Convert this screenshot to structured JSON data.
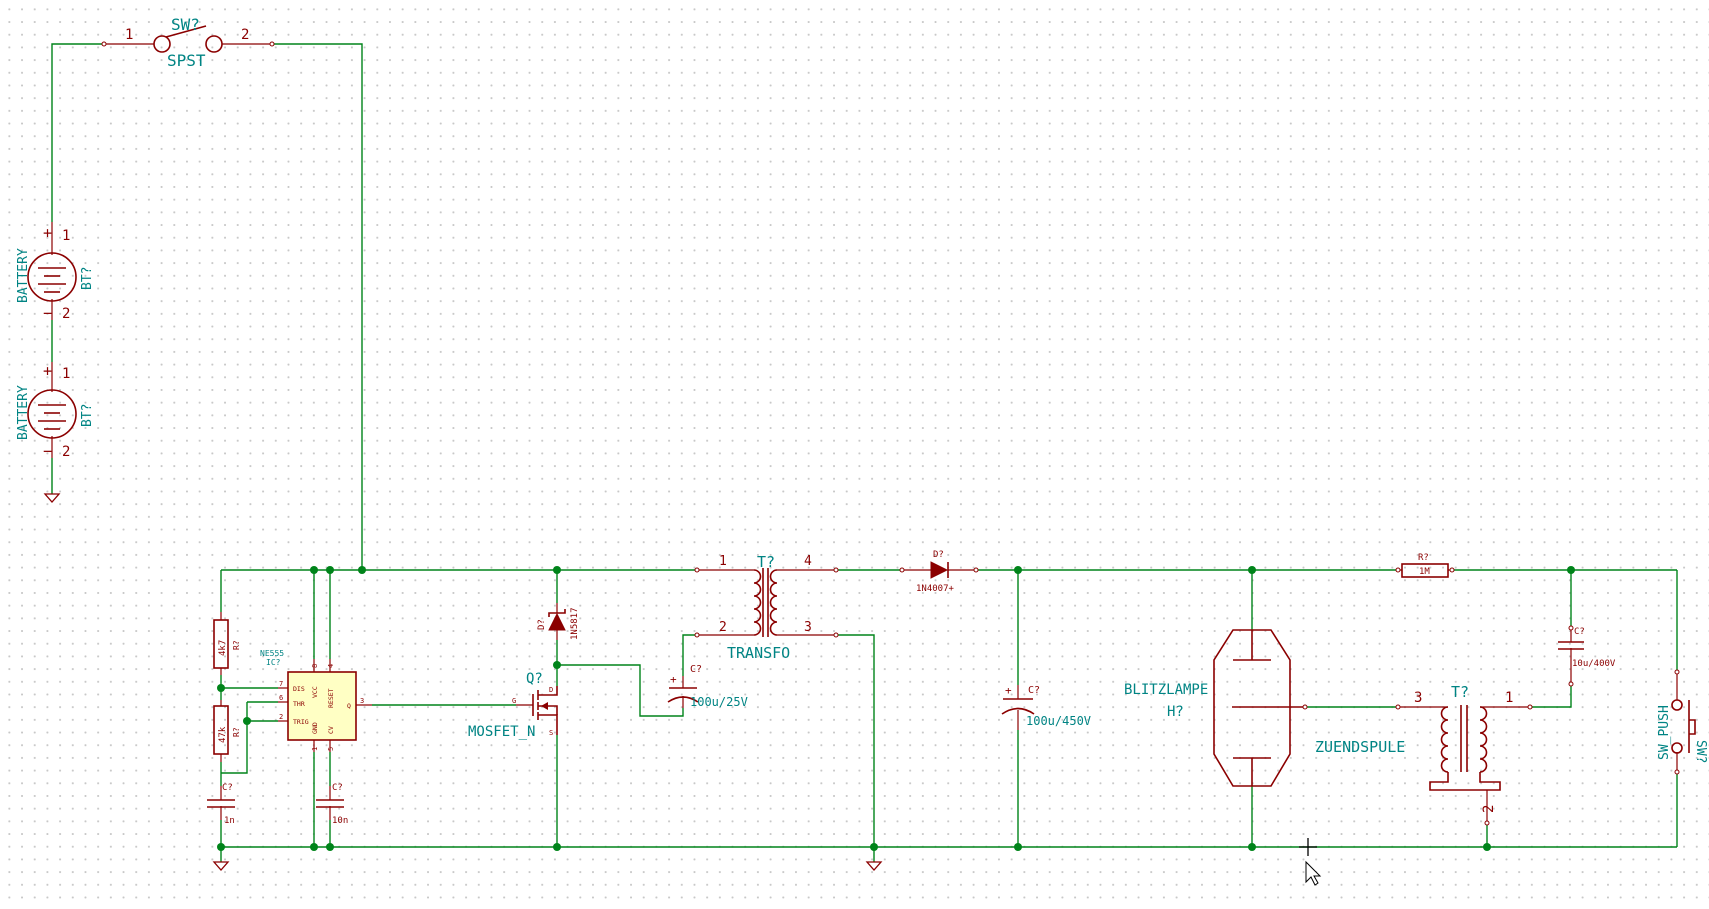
{
  "components": {
    "switch": {
      "ref": "SW?",
      "value": "SPST",
      "pin1": "1",
      "pin2": "2"
    },
    "battery_top": {
      "ref": "BT?",
      "value": "BATTERY",
      "plus": "+",
      "minus": "−",
      "pin1": "1",
      "pin2": "2"
    },
    "battery_bottom": {
      "ref": "BT?",
      "value": "BATTERY",
      "plus": "+",
      "minus": "−",
      "pin1": "1",
      "pin2": "2"
    },
    "r_4k7": {
      "ref": "R?",
      "value": "4k7"
    },
    "r_47k": {
      "ref": "R?",
      "value": "47k"
    },
    "c_1n": {
      "ref": "C?",
      "value": "1n"
    },
    "ic": {
      "ref": "IC?",
      "value": "NE555",
      "pins": {
        "dis": "DIS",
        "thr": "THR",
        "trig": "TRIG",
        "vcc": "VCC",
        "reset": "RESET",
        "gnd": "GND",
        "cv": "CV",
        "q": "Q"
      },
      "pinnums": {
        "dis": "7",
        "thr": "6",
        "trig": "2",
        "vcc": "8",
        "reset": "4",
        "gnd": "1",
        "cv": "5",
        "q": "3"
      }
    },
    "c_10n": {
      "ref": "C?",
      "value": "10n"
    },
    "diode_1n5817": {
      "ref": "D?",
      "value": "1N5817"
    },
    "mosfet": {
      "ref": "Q?",
      "value": "MOSFET_N",
      "g": "G",
      "d": "D",
      "s": "S"
    },
    "c_100u25": {
      "ref": "C?",
      "value": "100u/25V"
    },
    "transfo": {
      "ref": "T?",
      "value": "TRANSFO",
      "p1": "1",
      "p2": "2",
      "p3": "3",
      "p4": "4"
    },
    "diode_1n4007": {
      "ref": "D?",
      "value": "1N4007+"
    },
    "c_100u450": {
      "ref": "C?",
      "value": "100u/450V"
    },
    "flash": {
      "ref": "H?",
      "value": "BLITZLAMPE"
    },
    "r_1m": {
      "ref": "R?",
      "value": "1M"
    },
    "c_10u400": {
      "ref": "C?",
      "value": "10u/400V"
    },
    "zuend": {
      "ref": "T?",
      "value": "ZUENDSPULE",
      "p1": "1",
      "p2": "2",
      "p3": "3"
    },
    "sw_push": {
      "ref": "SW?",
      "value": "SW_PUSH"
    }
  },
  "colors": {
    "wire": "#00841a",
    "component": "#8b0000",
    "label": "#008484",
    "background": "#ffffff"
  }
}
